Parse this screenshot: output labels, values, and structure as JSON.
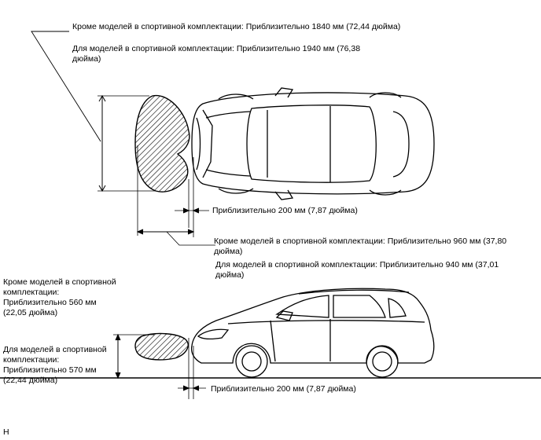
{
  "top_view": {
    "width_note_1": "Кроме моделей в спортивной комплектации: Приблизительно 1840 мм (72,44 дюйма)",
    "width_note_2": "Для моделей в спортивной комплектации: Приблизительно 1940 мм (76,38 дюйма)",
    "gap_note": "Приблизительно 200 мм (7,87 дюйма)",
    "depth_note_1": "Кроме моделей в спортивной комплектации: Приблизительно 960 мм (37,80 дюйма)",
    "depth_note_2": "Для моделей в спортивной комплектации: Приблизительно 940 мм (37,01 дюйма)"
  },
  "side_view": {
    "height_note_1": "Кроме моделей в спортивной комплектации: Приблизительно 560 мм (22,05 дюйма)",
    "height_note_2": "Для моделей в спортивной комплектации: Приблизительно 570 мм (22,44 дюйма)",
    "gap_note": "Приблизительно 200 мм (7,87 дюйма)"
  },
  "figure_code": "H"
}
